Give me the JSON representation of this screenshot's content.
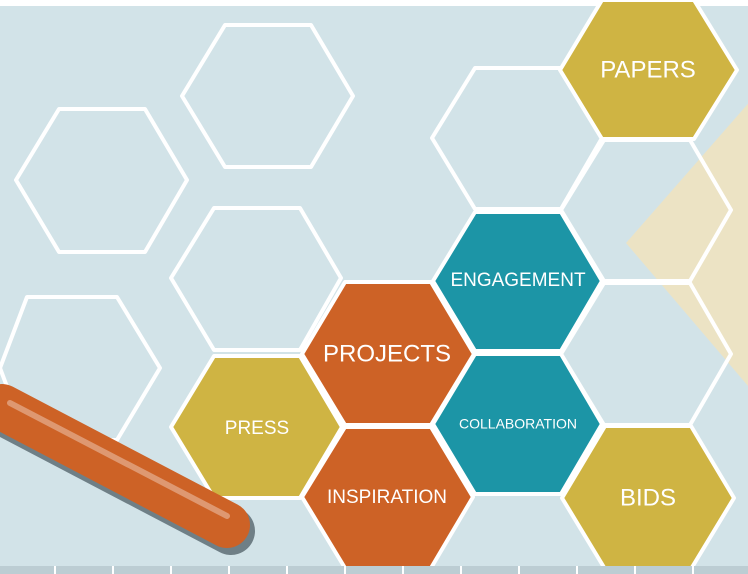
{
  "colors": {
    "background": "#d2e3e8",
    "top_band": "#ffffff",
    "outline": "#ffffff",
    "mustard": "#cfb443",
    "orange": "#cd6226",
    "teal": "#1c95a6",
    "beige_shape": "#ece3c4",
    "bar_shadow": "#6f7f86",
    "bottom_strip": "#bccdd3"
  },
  "nav": {
    "papers": "PAPERS",
    "engagement": "ENGAGEMENT",
    "projects": "PROJECTS",
    "collaboration": "COLLABORATION",
    "press": "PRESS",
    "inspiration": "INSPIRATION",
    "bids": "BIDS"
  },
  "decor": {
    "foreground_object": "orange-rounded-bar",
    "background_shape": "beige-triangle",
    "outline_hex_count": 7
  }
}
